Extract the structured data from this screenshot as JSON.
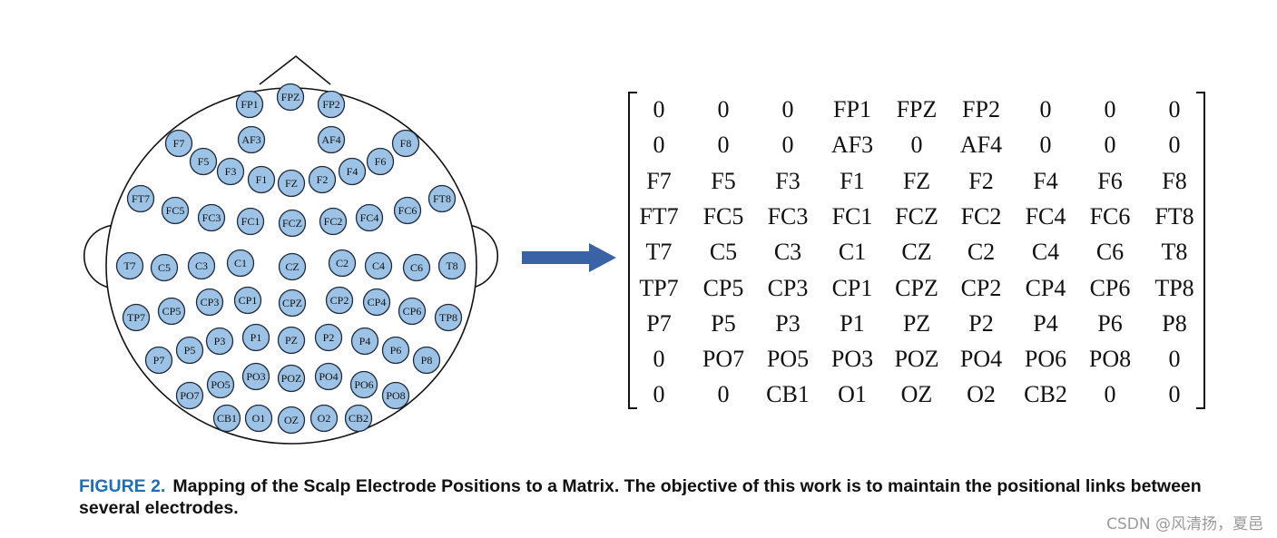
{
  "caption": {
    "label": "FIGURE 2.",
    "text": "Mapping of the Scalp Electrode Positions to a Matrix. The objective of this work is to maintain the positional links between several electrodes."
  },
  "watermark": "CSDN @风清扬，夏邑",
  "colors": {
    "electrode_fill": "#9cc2e5",
    "arrow": "#3a62a7",
    "caption_label": "#1f6fb2"
  },
  "scalp_electrodes": [
    "FP1",
    "FPZ",
    "FP2",
    "AF3",
    "AF4",
    "F7",
    "F5",
    "F3",
    "F1",
    "FZ",
    "F2",
    "F4",
    "F6",
    "F8",
    "FT7",
    "FC5",
    "FC3",
    "FC1",
    "FCZ",
    "FC2",
    "FC4",
    "FC6",
    "FT8",
    "T7",
    "C5",
    "C3",
    "C1",
    "CZ",
    "C2",
    "C4",
    "C6",
    "T8",
    "TP7",
    "CP5",
    "CP3",
    "CP1",
    "CPZ",
    "CP2",
    "CP4",
    "CP6",
    "TP8",
    "P7",
    "P5",
    "P3",
    "P1",
    "PZ",
    "P2",
    "P4",
    "P6",
    "P8",
    "PO7",
    "PO5",
    "PO3",
    "POZ",
    "PO4",
    "PO6",
    "PO8",
    "CB1",
    "O1",
    "OZ",
    "O2",
    "CB2"
  ],
  "matrix": [
    [
      "0",
      "0",
      "0",
      "FP1",
      "FPZ",
      "FP2",
      "0",
      "0",
      "0"
    ],
    [
      "0",
      "0",
      "0",
      "AF3",
      "0",
      "AF4",
      "0",
      "0",
      "0"
    ],
    [
      "F7",
      "F5",
      "F3",
      "F1",
      "FZ",
      "F2",
      "F4",
      "F6",
      "F8"
    ],
    [
      "FT7",
      "FC5",
      "FC3",
      "FC1",
      "FCZ",
      "FC2",
      "FC4",
      "FC6",
      "FT8"
    ],
    [
      "T7",
      "C5",
      "C3",
      "C1",
      "CZ",
      "C2",
      "C4",
      "C6",
      "T8"
    ],
    [
      "TP7",
      "CP5",
      "CP3",
      "CP1",
      "CPZ",
      "CP2",
      "CP4",
      "CP6",
      "TP8"
    ],
    [
      "P7",
      "P5",
      "P3",
      "P1",
      "PZ",
      "P2",
      "P4",
      "P6",
      "P8"
    ],
    [
      "0",
      "PO7",
      "PO5",
      "PO3",
      "POZ",
      "PO4",
      "PO6",
      "PO8",
      "0"
    ],
    [
      "0",
      "0",
      "CB1",
      "O1",
      "OZ",
      "O2",
      "CB2",
      "0",
      "0"
    ]
  ]
}
